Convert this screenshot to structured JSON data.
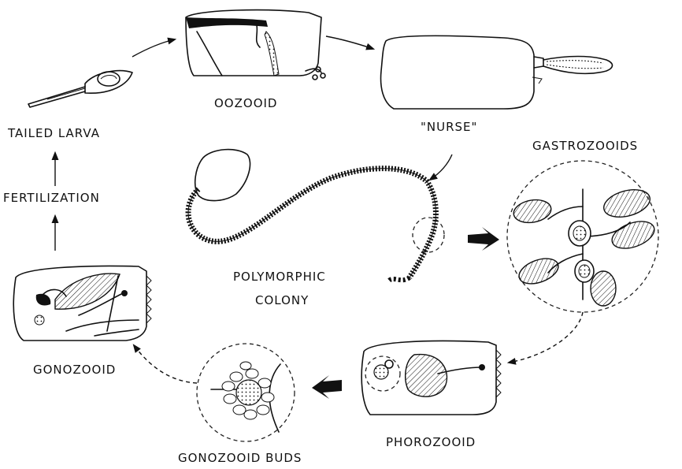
{
  "labels": {
    "oozooid": "OOZOOID",
    "nurse": "\"NURSE\"",
    "tailed_larva": "TAILED LARVA",
    "fertilization": "FERTILIZATION",
    "gastrozooids": "GASTROZOOIDS",
    "polymorphic_line1": "POLYMORPHIC",
    "polymorphic_line2": "COLONY",
    "gonozooid": "GONOZOOID",
    "gonozooid_buds": "GONOZOOID BUDS",
    "phorozooid": "PHOROZOOID"
  },
  "colors": {
    "ink": "#111111",
    "background": "#ffffff"
  }
}
